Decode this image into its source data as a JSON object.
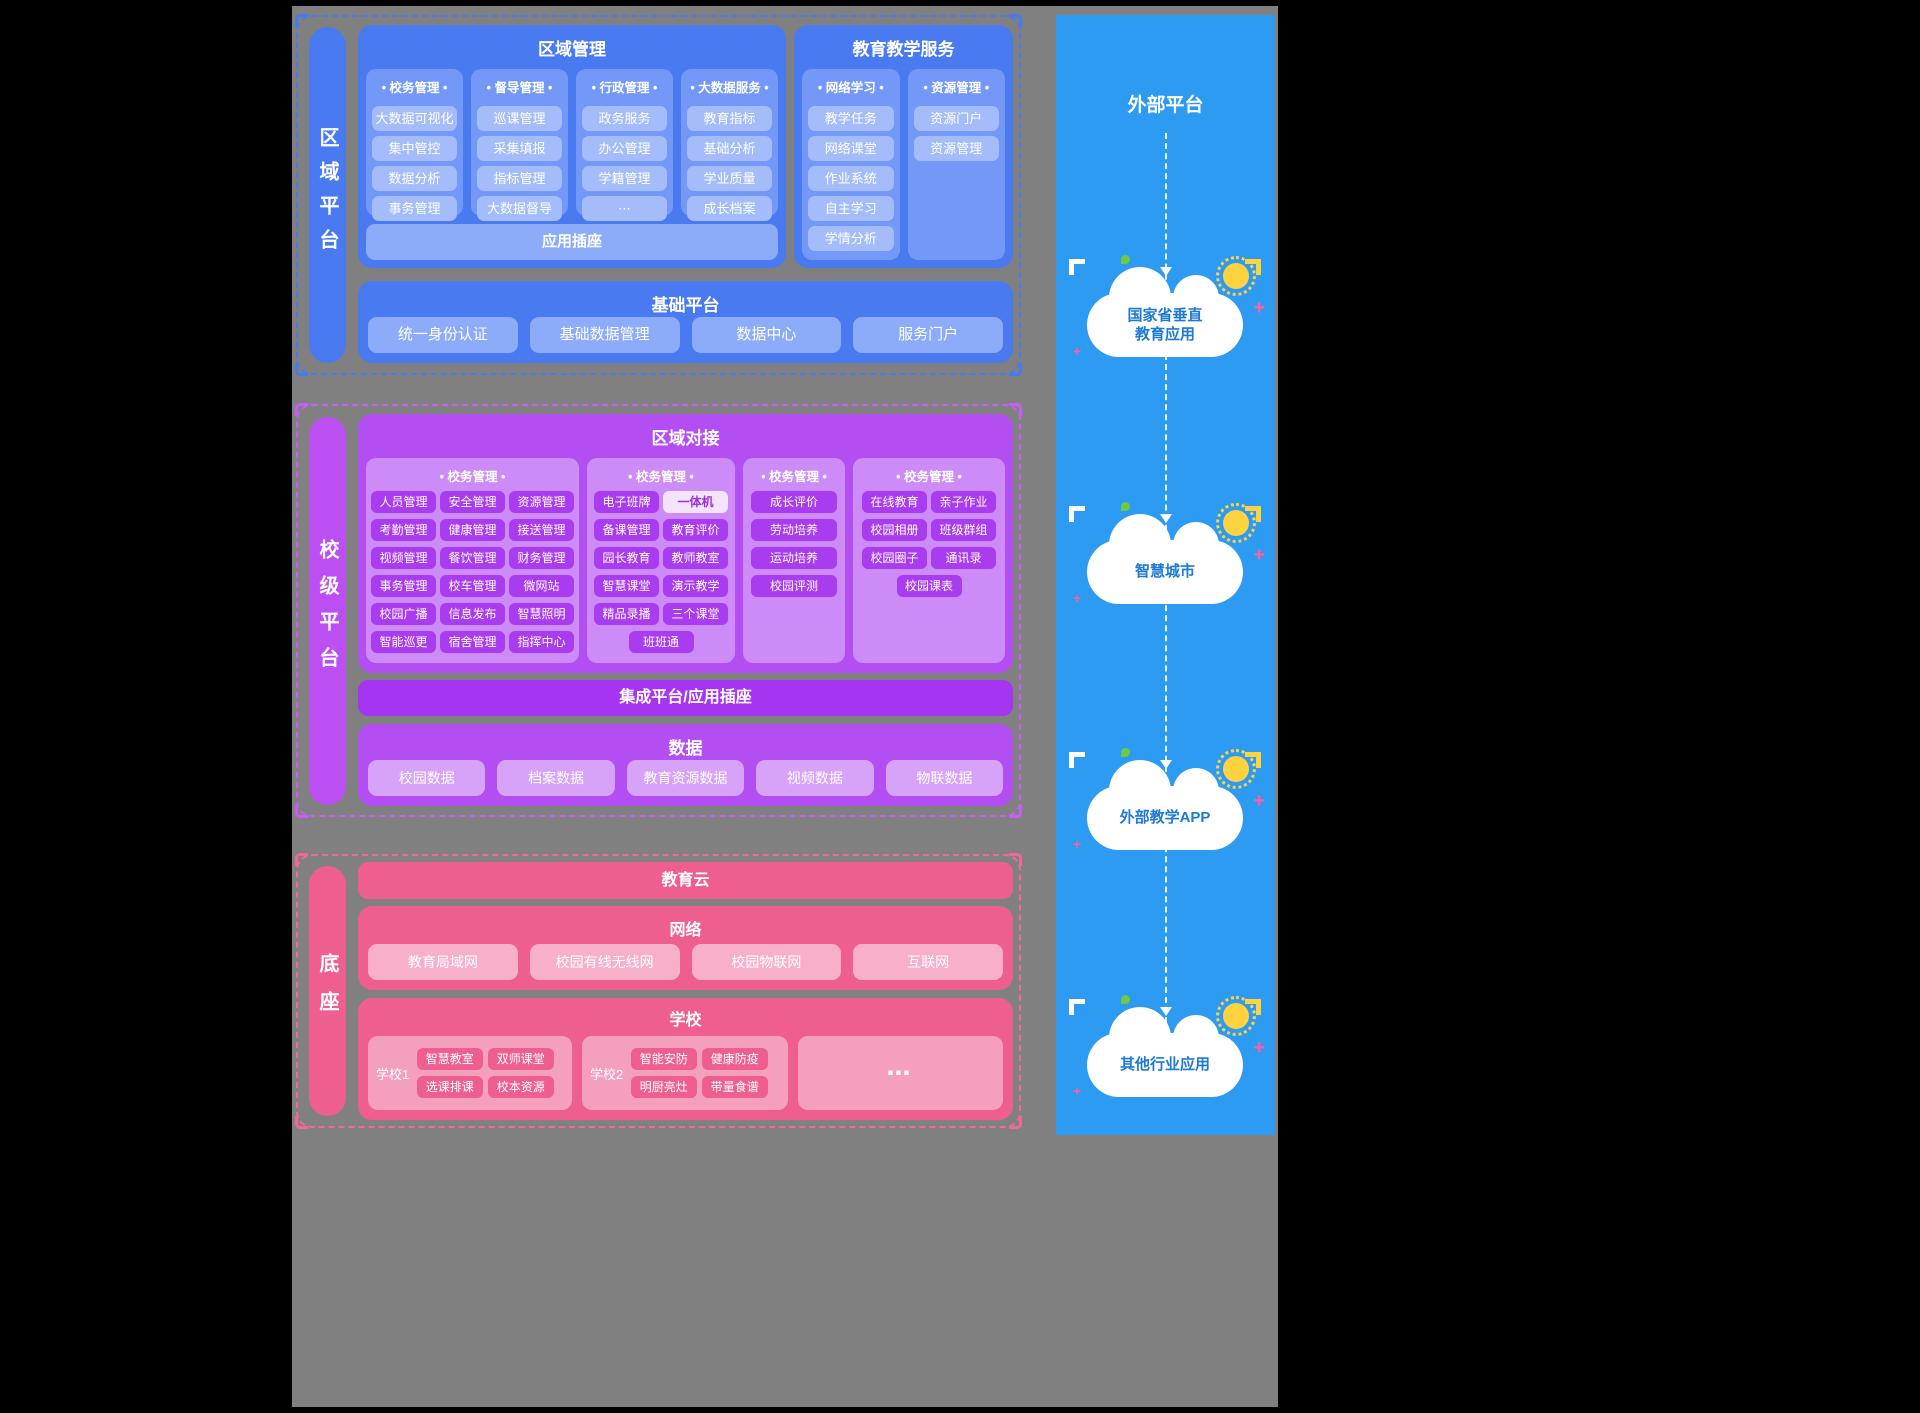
{
  "regional_platform": {
    "label": "区域平台",
    "management": {
      "title": "区域管理",
      "columns": [
        {
          "header": "• 校务管理 •",
          "items": [
            "大数据可视化",
            "集中管控",
            "数据分析",
            "事务管理"
          ]
        },
        {
          "header": "• 督导管理 •",
          "items": [
            "巡课管理",
            "采集填报",
            "指标管理",
            "大数据督导"
          ]
        },
        {
          "header": "• 行政管理 •",
          "items": [
            "政务服务",
            "办公管理",
            "学籍管理",
            "⋯"
          ]
        },
        {
          "header": "• 大数据服务 •",
          "items": [
            "教育指标",
            "基础分析",
            "学业质量",
            "成长档案"
          ]
        }
      ],
      "socket_label": "应用插座"
    },
    "teaching": {
      "title": "教育教学服务",
      "columns": [
        {
          "header": "• 网络学习 •",
          "items": [
            "教学任务",
            "网络课堂",
            "作业系统",
            "自主学习",
            "学情分析"
          ]
        },
        {
          "header": "• 资源管理 •",
          "items": [
            "资源门户",
            "资源管理"
          ]
        }
      ]
    },
    "base": {
      "title": "基础平台",
      "items": [
        "统一身份认证",
        "基础数据管理",
        "数据中心",
        "服务门户"
      ]
    }
  },
  "school_platform": {
    "label": "校级平台",
    "docking": {
      "title": "区域对接",
      "columns": [
        {
          "header": "• 校务管理 •",
          "items": [
            "人员管理",
            "安全管理",
            "资源管理",
            "考勤管理",
            "健康管理",
            "接送管理",
            "视频管理",
            "餐饮管理",
            "财务管理",
            "事务管理",
            "校车管理",
            "微网站",
            "校园广播",
            "信息发布",
            "智慧照明",
            "智能巡更",
            "宿舍管理",
            "指挥中心"
          ]
        },
        {
          "header": "• 校务管理 •",
          "items": [
            "电子班牌",
            "一体机",
            "备课管理",
            "教育评价",
            "园长教育",
            "教师教室",
            "智慧课堂",
            "演示教学",
            "精品录播",
            "三个课堂",
            "班班通"
          ]
        },
        {
          "header": "• 校务管理 •",
          "items": [
            "成长评价",
            "劳动培养",
            "运动培养",
            "校园评测"
          ]
        },
        {
          "header": "• 校务管理 •",
          "items": [
            "在线教育",
            "亲子作业",
            "校园相册",
            "班级群组",
            "校园圈子",
            "通讯录",
            "校园课表"
          ]
        }
      ]
    },
    "integration_label": "集成平台/应用插座",
    "data": {
      "title": "数据",
      "items": [
        "校园数据",
        "档案数据",
        "教育资源数据",
        "视频数据",
        "物联数据"
      ]
    }
  },
  "foundation": {
    "label": "底座",
    "cloud_label": "教育云",
    "network": {
      "title": "网络",
      "items": [
        "教育局域网",
        "校园有线无线网",
        "校园物联网",
        "互联网"
      ]
    },
    "school": {
      "title": "学校",
      "groups": [
        {
          "label": "学校1",
          "items": [
            "智慧教室",
            "双师课堂",
            "选课排课",
            "校本资源"
          ]
        },
        {
          "label": "学校2",
          "items": [
            "智能安防",
            "健康防疫",
            "明厨亮灶",
            "带量食谱"
          ]
        },
        {
          "label": "⋯"
        }
      ]
    }
  },
  "external": {
    "title": "外部平台",
    "clouds": [
      {
        "line1": "国家省垂直",
        "line2": "教育应用"
      },
      {
        "line1": "智慧城市"
      },
      {
        "line1": "外部教学APP"
      },
      {
        "line1": "其他行业应用"
      }
    ]
  },
  "colors": {
    "blue_main": "#4a7af0",
    "blue_column": "#7398f7",
    "blue_pill": "#a4bdfa",
    "blue_pill_strong": "#8cabf8",
    "purple_main": "#b34ef2",
    "purple_column": "#cc8bf7",
    "purple_pill": "#a93cee",
    "purple_bar": "#a535f0",
    "purple_pill_light": "#d6a3f8",
    "pink_main": "#ee5f90",
    "pink_pill": "#f8afc9",
    "pink_group": "#f49fbd",
    "azure_panel": "#2e9bf2",
    "cloud_text": "#1d79d4",
    "sun": "#ffd23f",
    "plus": "#ff5fa0",
    "backdrop": "#808080",
    "background": "#000000"
  }
}
